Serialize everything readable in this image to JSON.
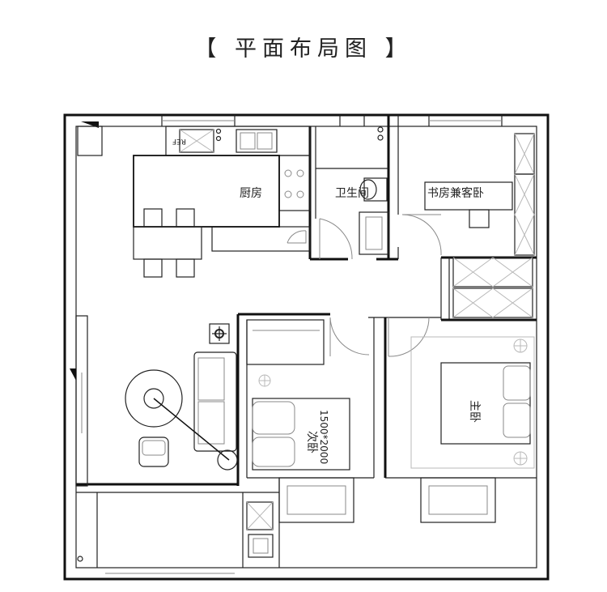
{
  "title": "【 平面布局图 】",
  "rooms": {
    "kitchen": "厨房",
    "bathroom": "卫生间",
    "study": "书房兼客卧",
    "master_bedroom": "主卧",
    "second_bedroom_name": "次卧",
    "second_bedroom_bed": "1500*2000"
  },
  "appliances": {
    "fridge": "REF"
  }
}
